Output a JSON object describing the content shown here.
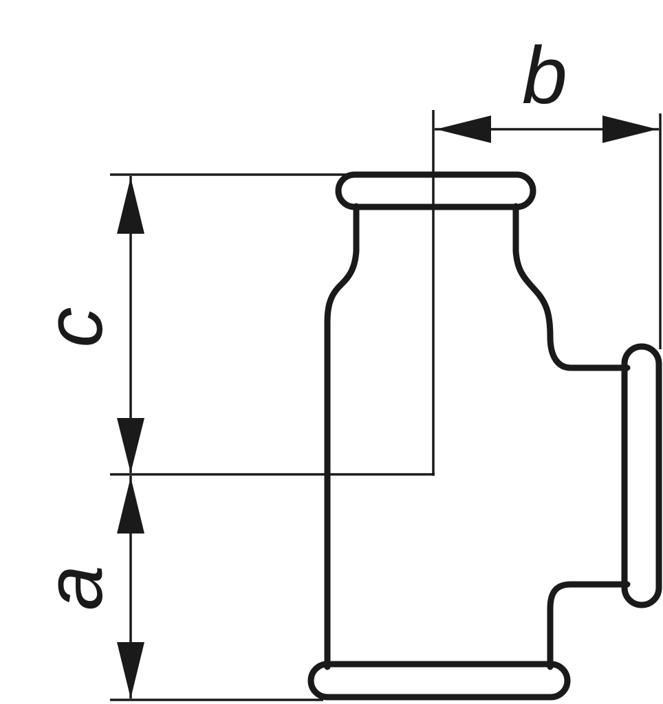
{
  "diagram": {
    "dimension_labels": {
      "a": "a",
      "b": "b",
      "c": "c"
    },
    "line_color": "#1a1a1a",
    "background_color": "#ffffff"
  }
}
